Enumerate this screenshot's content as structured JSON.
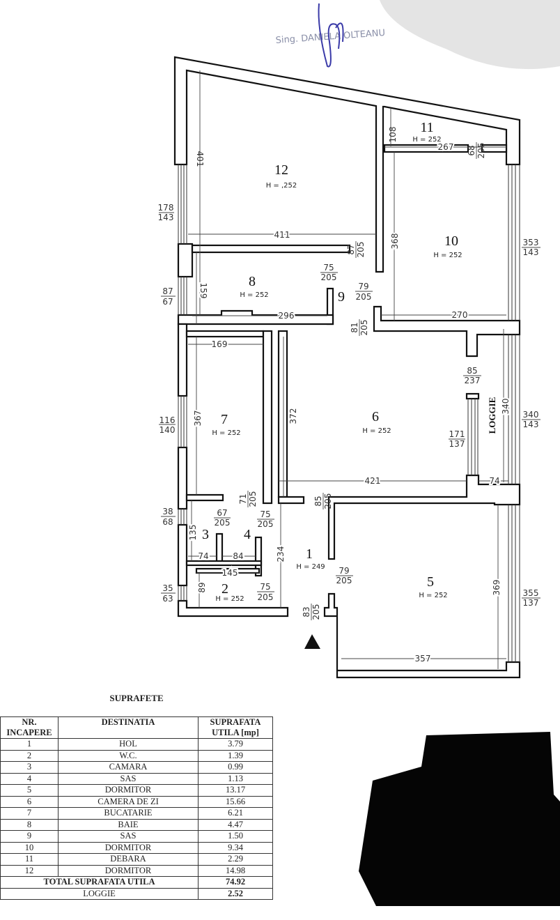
{
  "stamp": {
    "text": "Sing. DANIELA OLTEANU"
  },
  "colors": {
    "walls": "#111111",
    "signature": "#3a3aa8",
    "redaction": "#000000"
  },
  "rooms": [
    {
      "number": "1",
      "height": "H = 249"
    },
    {
      "number": "2",
      "height": "H = 252"
    },
    {
      "number": "3"
    },
    {
      "number": "4"
    },
    {
      "number": "5",
      "height": "H = 252"
    },
    {
      "number": "6",
      "height": "H = 252"
    },
    {
      "number": "7",
      "height": "H = 252"
    },
    {
      "number": "8",
      "height": "H = 252"
    },
    {
      "number": "9"
    },
    {
      "number": "10",
      "height": "H = 252"
    },
    {
      "number": "11",
      "height": "H = 252"
    },
    {
      "number": "12",
      "height": "H = ,252"
    }
  ],
  "loggie_label": "LOGGIE",
  "dimensions": {
    "d401": "401",
    "d411": "411",
    "d108": "108",
    "d267": "267",
    "d368": "368",
    "d159": "159",
    "d296": "296",
    "d270": "270",
    "d169": "169",
    "d367": "367",
    "d372": "372",
    "d421": "421",
    "d74a": "74",
    "d340": "340",
    "d135": "135",
    "d74b": "74",
    "d84": "84",
    "d145": "145",
    "d89": "89",
    "d234": "234",
    "d369": "369",
    "d357": "357"
  },
  "openings": [
    {
      "num": "178",
      "den": "143"
    },
    {
      "num": "87",
      "den": "67"
    },
    {
      "num": "116",
      "den": "140"
    },
    {
      "num": "38",
      "den": "68"
    },
    {
      "num": "35",
      "den": "63"
    },
    {
      "num": "353",
      "den": "143"
    },
    {
      "num": "340",
      "den": "143"
    },
    {
      "num": "355",
      "den": "137"
    },
    {
      "num": "87",
      "den": "205"
    },
    {
      "num": "75",
      "den": "205"
    },
    {
      "num": "79",
      "den": "205"
    },
    {
      "num": "81",
      "den": "205"
    },
    {
      "num": "85",
      "den": "237"
    },
    {
      "num": "171",
      "den": "137"
    },
    {
      "num": "71",
      "den": "205"
    },
    {
      "num": "67",
      "den": "205"
    },
    {
      "num": "75",
      "den": "205"
    },
    {
      "num": "85",
      "den": "205"
    },
    {
      "num": "79",
      "den": "205"
    },
    {
      "num": "75",
      "den": "205"
    },
    {
      "num": "83",
      "den": "205"
    },
    {
      "num": "68",
      "den": "205"
    }
  ],
  "table": {
    "title": "SUPRAFETE",
    "headers": [
      "NR. INCAPERE",
      "DESTINATIA",
      "SUPRAFATA UTILA [mp]"
    ],
    "rows": [
      {
        "nr": "1",
        "dest": "HOL",
        "area": "3.79"
      },
      {
        "nr": "2",
        "dest": "W.C.",
        "area": "1.39"
      },
      {
        "nr": "3",
        "dest": "CAMARA",
        "area": "0.99"
      },
      {
        "nr": "4",
        "dest": "SAS",
        "area": "1.13"
      },
      {
        "nr": "5",
        "dest": "DORMITOR",
        "area": "13.17"
      },
      {
        "nr": "6",
        "dest": "CAMERA DE ZI",
        "area": "15.66"
      },
      {
        "nr": "7",
        "dest": "BUCATARIE",
        "area": "6.21"
      },
      {
        "nr": "8",
        "dest": "BAIE",
        "area": "4.47"
      },
      {
        "nr": "9",
        "dest": "SAS",
        "area": "1.50"
      },
      {
        "nr": "10",
        "dest": "DORMITOR",
        "area": "9.34"
      },
      {
        "nr": "11",
        "dest": "DEBARA",
        "area": "2.29"
      },
      {
        "nr": "12",
        "dest": "DORMITOR",
        "area": "14.98"
      }
    ],
    "total_label": "TOTAL SUPRAFATA UTILA",
    "total_value": "74.92",
    "loggie_label": "LOGGIE",
    "loggie_value": "2.52"
  }
}
